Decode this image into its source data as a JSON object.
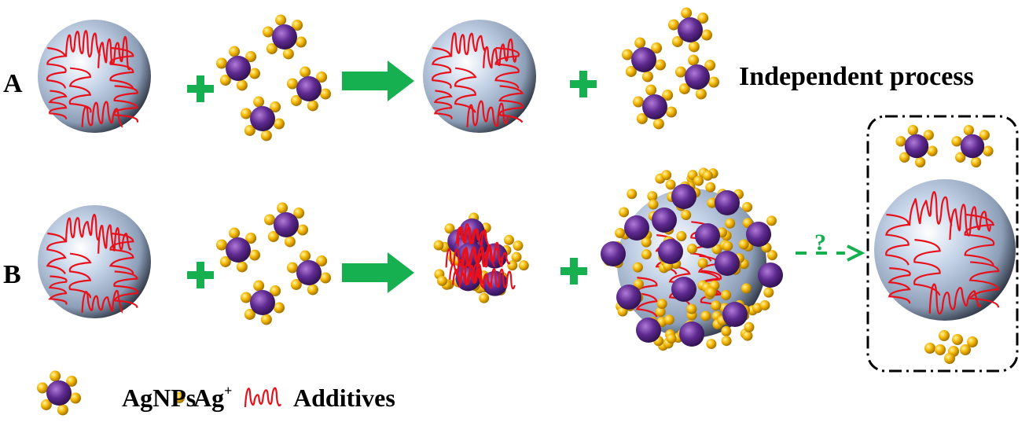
{
  "rows": {
    "a_label": "A",
    "b_label": "B",
    "a_result": "Independent process"
  },
  "plus_sign": "+",
  "question_mark": "?",
  "legend": {
    "agnps": "AgNPs",
    "ag_ion": "Ag",
    "ag_ion_sup": "+",
    "additives": "Additives"
  },
  "colors": {
    "green": "#16b050",
    "purple": "#5b2a8c",
    "gold": "#f0b400",
    "red": "#e8101a",
    "sphere": "#b7c6dc"
  }
}
